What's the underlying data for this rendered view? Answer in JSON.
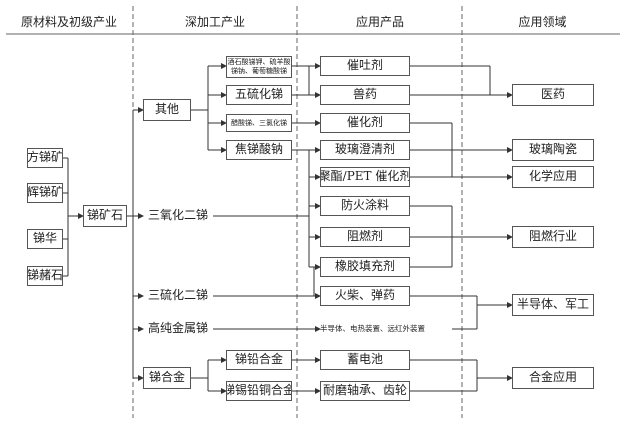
{
  "columns": [
    "原材料及初级产业",
    "深加工产业",
    "应用产品",
    "应用领域"
  ],
  "raw_materials": [
    "方锑矿",
    "辉锑矿",
    "锑华",
    "锑赭石"
  ],
  "ore": "锑矿石",
  "processing": {
    "other": "其他",
    "trioxide": "三氧化二锑",
    "trisulfide": "三硫化二锑",
    "high_purity": "高纯金属锑",
    "alloy": "锑合金"
  },
  "other_products": {
    "tartrate": "酒石酸锑钾、硫羊酸锑钠、葡萄糖酸锑",
    "pentasulfide": "五硫化锑",
    "acetate": "醋酸锑、三氯化锑",
    "pyroantimonate": "焦锑酸钠"
  },
  "alloy_products": [
    "锑铅合金",
    "锑锡铅铜合金"
  ],
  "products": {
    "emetic": "催吐剂",
    "vet_drug": "兽药",
    "catalyst": "催化剂",
    "glass_clarifier": "玻璃澄清剂",
    "pet_catalyst": "聚酯/PET 催化剂",
    "fireproof_coating": "防火涂料",
    "flame_retardant": "阻燃剂",
    "rubber_filler": "橡胶填充剂",
    "matches": "火柴、弹药",
    "devices": "半导体、电热装置、远红外装置",
    "battery": "蓄电池",
    "bearings": "耐磨轴承、齿轮"
  },
  "fields": {
    "medicine": "医药",
    "glass_ceramics": "玻璃陶瓷",
    "chemical": "化学应用",
    "flame_industry": "阻燃行业",
    "semi_military": "半导体、军工",
    "alloy_app": "合金应用"
  }
}
